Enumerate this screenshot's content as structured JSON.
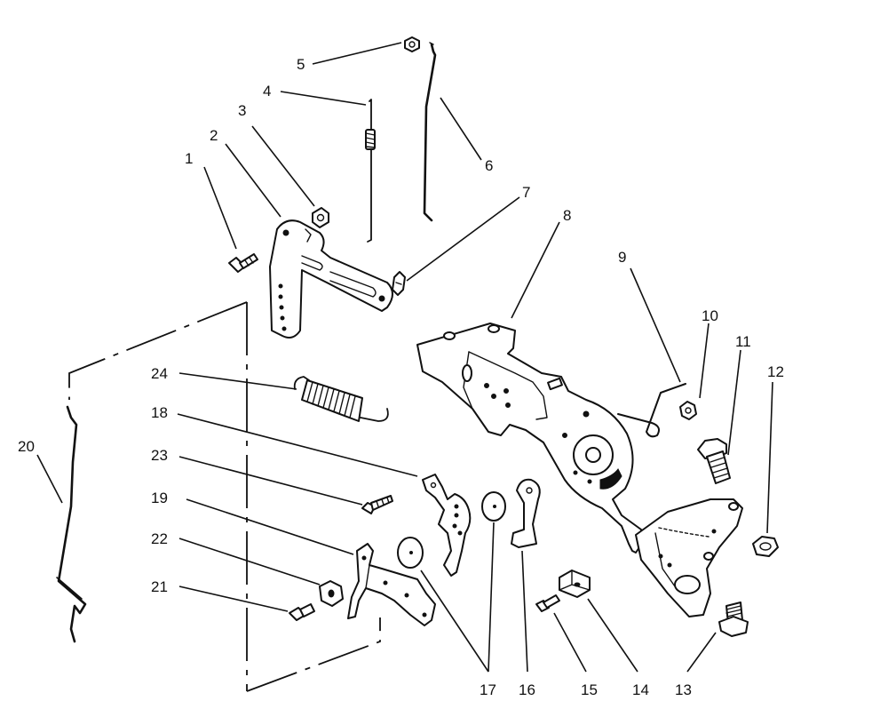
{
  "callouts": [
    {
      "id": "1",
      "label": "1"
    },
    {
      "id": "2",
      "label": "2"
    },
    {
      "id": "3",
      "label": "3"
    },
    {
      "id": "4",
      "label": "4"
    },
    {
      "id": "5",
      "label": "5"
    },
    {
      "id": "6",
      "label": "6"
    },
    {
      "id": "7",
      "label": "7"
    },
    {
      "id": "8",
      "label": "8"
    },
    {
      "id": "9",
      "label": "9"
    },
    {
      "id": "10",
      "label": "10"
    },
    {
      "id": "11",
      "label": "11"
    },
    {
      "id": "12",
      "label": "12"
    },
    {
      "id": "13",
      "label": "13"
    },
    {
      "id": "14",
      "label": "14"
    },
    {
      "id": "15",
      "label": "15"
    },
    {
      "id": "16",
      "label": "16"
    },
    {
      "id": "17",
      "label": "17"
    },
    {
      "id": "18",
      "label": "18"
    },
    {
      "id": "19",
      "label": "19"
    },
    {
      "id": "20",
      "label": "20"
    },
    {
      "id": "21",
      "label": "21"
    },
    {
      "id": "22",
      "label": "22"
    },
    {
      "id": "23",
      "label": "23"
    },
    {
      "id": "24",
      "label": "24"
    }
  ],
  "colors": {
    "line": "#111111",
    "background": "#ffffff"
  }
}
